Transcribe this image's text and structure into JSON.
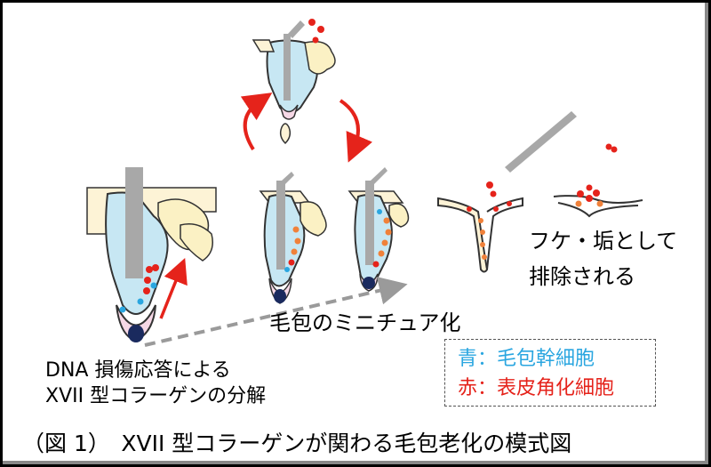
{
  "labels": {
    "miniaturization": "毛包のミニチュア化",
    "removal_line1": "フケ・垢として",
    "removal_line2": "排除される",
    "dna_line1": "DNA 損傷応答による",
    "dna_line2": "XVII 型コラーゲンの分解",
    "caption": "（図 1）　XVII 型コラーゲンが関わる毛包老化の模式図"
  },
  "legend": {
    "blue_entry": "青：毛包幹細胞",
    "red_entry": "赤：表皮角化細胞",
    "blue_color": "#2aa6e0",
    "red_color": "#e5231b"
  },
  "colors": {
    "arrow_red": "#e5231b",
    "arrow_gray": "#9a9a9a",
    "hair_shaft": "#a8a8a8",
    "follicle_blue": "#c7e7f3",
    "skin_cream": "#fdf3d6",
    "gland_yellow": "#fbf1c4",
    "dermal_pink": "#f6d8e6",
    "papilla_navy": "#1a2a5e",
    "keratinocyte_orange": "#f0813a"
  }
}
